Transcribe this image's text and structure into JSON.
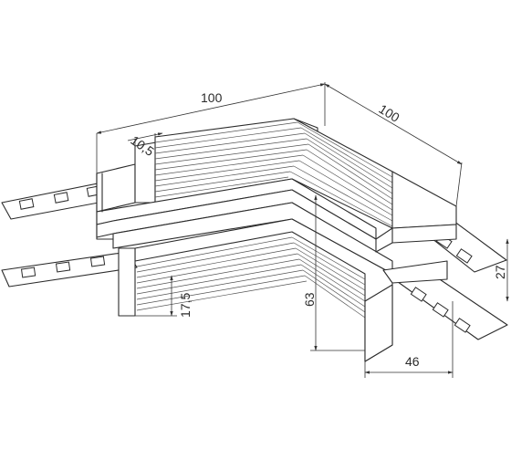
{
  "dimensions": {
    "top_length": "100",
    "side_length": "100",
    "wall_offset": "10,5",
    "slot_depth": "17,5",
    "height": "63",
    "height_right": "27",
    "width": "46"
  }
}
